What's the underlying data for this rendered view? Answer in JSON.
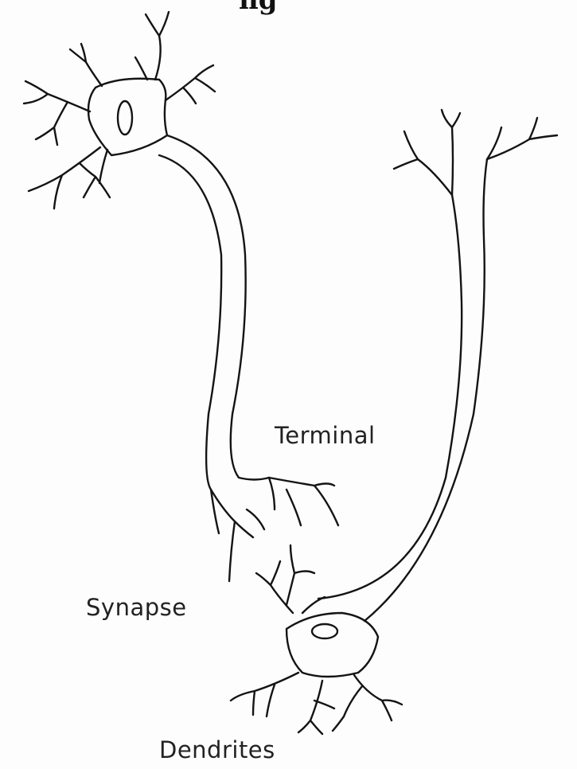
{
  "header_fragment": "ng",
  "labels": {
    "terminal": "Terminal",
    "synapse": "Synapse",
    "dendrites": "Dendrites"
  },
  "colors": {
    "ink": "#141414",
    "paper": "#fdfdfd"
  }
}
